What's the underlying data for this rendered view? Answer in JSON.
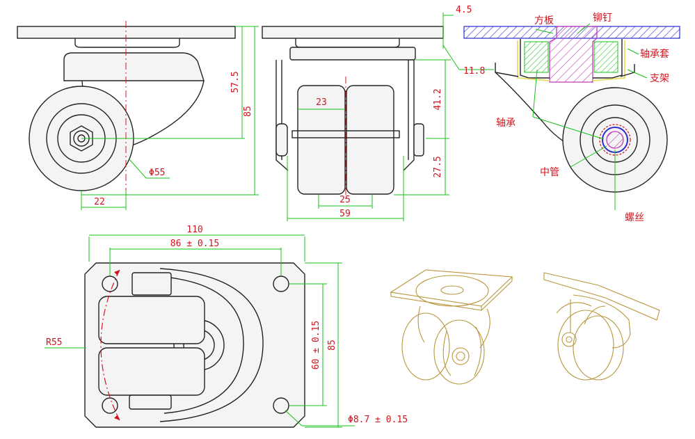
{
  "dimensions": {
    "plate_thickness": "4.5",
    "total_height": "85",
    "upper_height": "57.5",
    "wheel_diameter": "Φ55",
    "offset": "22",
    "wheel_width": "23",
    "frame_height": "11.8",
    "frame_span": "41.2",
    "axle_height": "27.5",
    "wheel_gap": "25",
    "overall_width": "59",
    "plate_length": "110",
    "hole_spacing_x": "86 ± 0.15",
    "hole_spacing_y": "60 ± 0.15",
    "plate_width": "85",
    "swivel_radius": "R55",
    "hole_diameter": "Φ8.7 ± 0.15"
  },
  "labels": {
    "top_plate": "方板",
    "rivet": "铆钉",
    "bearing_sleeve": "轴承套",
    "bracket": "支架",
    "bearing": "轴承",
    "center_tube": "中管",
    "screw": "螺丝"
  },
  "colors": {
    "dimension": "#d2141e",
    "leader": "#17c117",
    "outline": "#222222",
    "iso": "#b8963c",
    "section_plate": "#2b2bd0",
    "section_rivet": "#c23ab8"
  }
}
